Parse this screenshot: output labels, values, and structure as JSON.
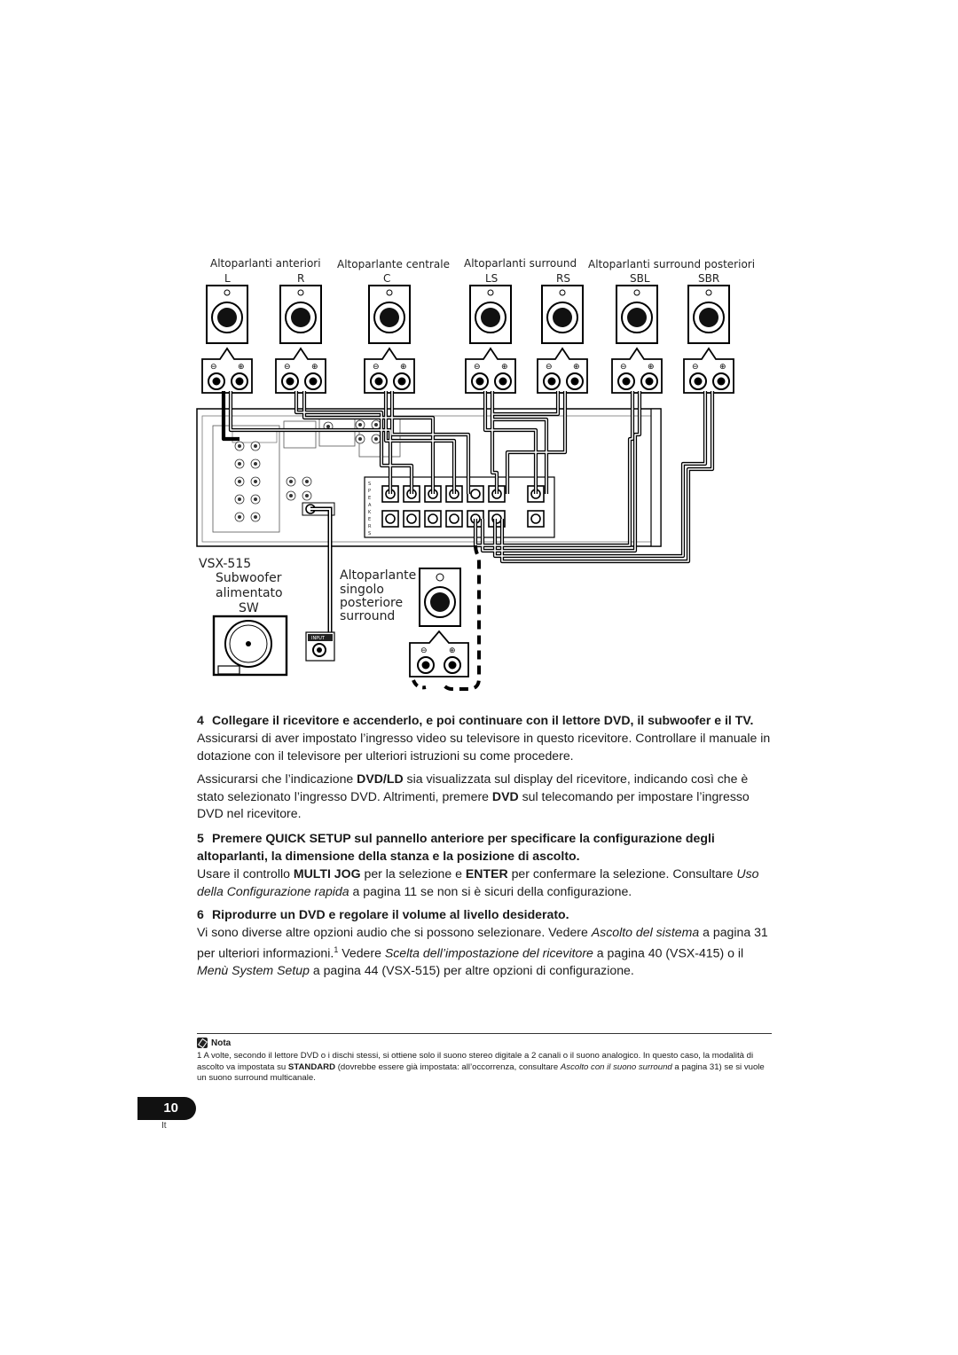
{
  "diagram": {
    "groups": {
      "front": "Altoparlanti  anteriori",
      "center": "Altoparlante centrale",
      "surround": "Altoparlanti surround",
      "surround_back": "Altoparlanti surround posteriori"
    },
    "channels": [
      "L",
      "R",
      "C",
      "LS",
      "RS",
      "SBL",
      "SBR"
    ],
    "model": "VSX-515",
    "subwoofer": {
      "line1": "Subwoofer",
      "line2": "alimentato",
      "line3": "SW",
      "input_label": "INPUT"
    },
    "single_rear": {
      "line1": "Altoparlante",
      "line2": "singolo",
      "line3": "posteriore",
      "line4": "surround"
    },
    "speakers_vertical": "SPEAKERS",
    "terminal_plus": "⊕",
    "terminal_minus": "⊖"
  },
  "steps": {
    "s4": {
      "num": "4",
      "title": "Collegare il ricevitore e accenderlo, e poi continuare con il lettore DVD, il subwoofer e il TV.",
      "p1": "Assicurarsi di aver impostato l’ingresso video su televisore in questo ricevitore. Controllare il manuale in dotazione con il televisore per ulteriori istruzioni su come procedere.",
      "p2_a": "Assicurarsi che l’indicazione ",
      "p2_b": "DVD/LD",
      "p2_c": " sia visualizzata sul display del ricevitore, indicando così che è stato selezionato l’ingresso DVD. Altrimenti, premere ",
      "p2_d": "DVD",
      "p2_e": " sul telecomando per impostare l’ingresso DVD nel ricevitore."
    },
    "s5": {
      "num": "5",
      "title": "Premere QUICK SETUP sul pannello anteriore per specificare la configurazione degli altoparlanti, la dimensione della stanza e la posizione di ascolto.",
      "p_a": "Usare il controllo ",
      "p_b": "MULTI JOG",
      "p_c": " per la selezione e ",
      "p_d": "ENTER",
      "p_e": " per confermare la selezione. Consultare ",
      "p_f": "Uso della Configurazione rapida",
      "p_g": " a pagina 11 se non si è sicuri della configurazione."
    },
    "s6": {
      "num": "6",
      "title": "Riprodurre un DVD e regolare il volume al livello desiderato.",
      "p_a": "Vi sono diverse altre opzioni audio che si possono selezionare. Vedere ",
      "p_b": "Ascolto del sistema",
      "p_c": " a pagina 31 per ulteriori informazioni.",
      "p_sup": "1",
      "p_d": " Vedere ",
      "p_e": "Scelta dell’impostazione del ricevitore",
      "p_f": " a pagina 40 (VSX-415) o il ",
      "p_g": "Menù System Setup",
      "p_h": " a pagina 44 (VSX-515) per altre opzioni di configurazione."
    }
  },
  "note": {
    "title": "Nota",
    "a": "1  A volte, secondo il lettore DVD o i dischi stessi, si ottiene solo il suono stereo digitale a 2 canali o il suono analogico. In questo caso, la modalità di ascolto va impostata su ",
    "b": "STANDARD",
    "c": " (dovrebbe essere già impostata: all’occorrenza, consultare ",
    "d": "Ascolto con il suono surround",
    "e": " a pagina 31) se si vuole un suono surround multicanale."
  },
  "footer": {
    "page": "10",
    "lang": "It"
  }
}
